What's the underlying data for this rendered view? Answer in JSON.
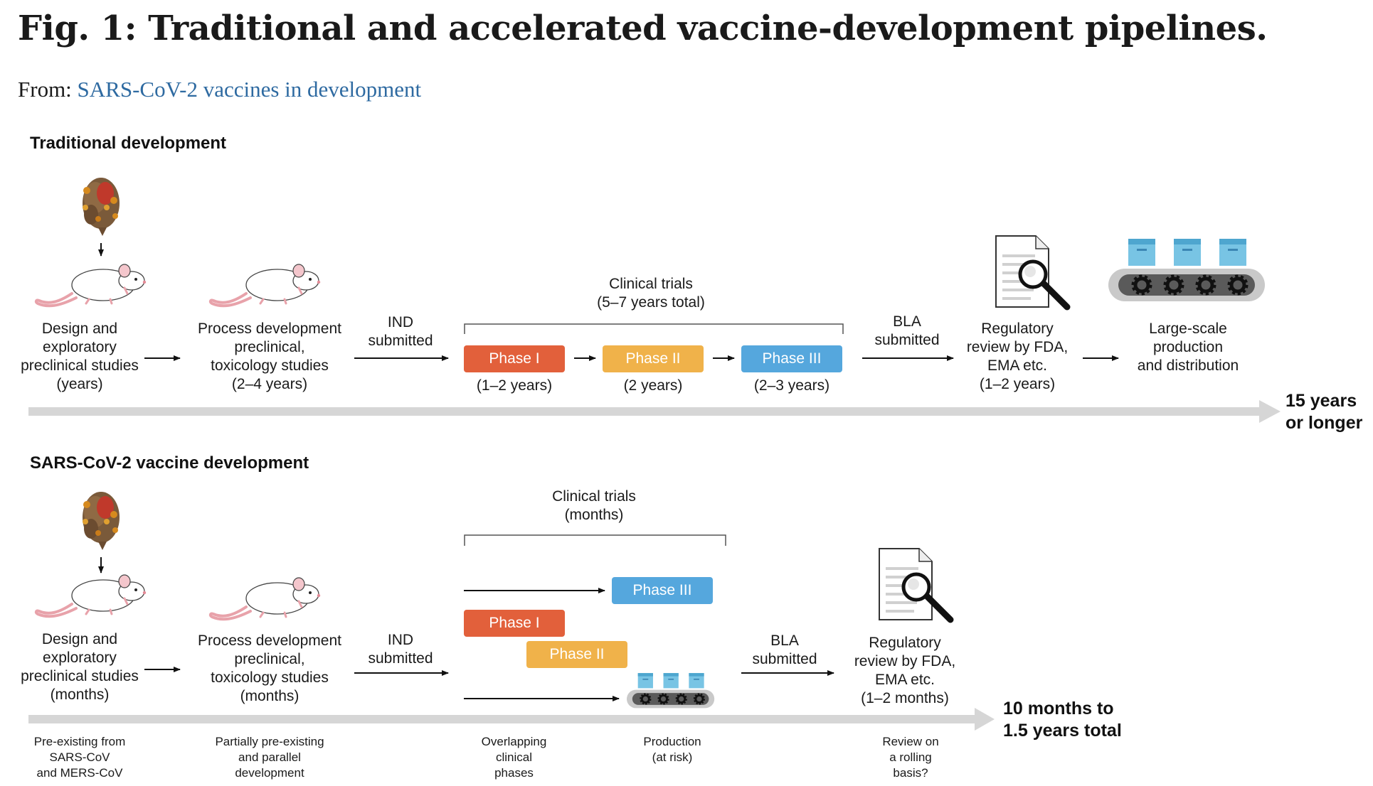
{
  "figure": {
    "title": "Fig. 1: Traditional and accelerated vaccine-development pipelines.",
    "from_prefix": "From:",
    "from_link": "SARS-CoV-2 vaccines in development"
  },
  "colors": {
    "phase1": "#e2603b",
    "phase2": "#f0b24a",
    "phase3": "#55a7dd",
    "timeline": "#d6d6d6",
    "link": "#2e6aa1"
  },
  "icons": [
    "spike-protein-icon",
    "mouse-icon",
    "document-magnifier-icon",
    "conveyor-belt-icon"
  ],
  "traditional": {
    "heading": "Traditional development",
    "design": "Design and\nexploratory\npreclinical studies\n(years)",
    "process": "Process development\npreclinical,\ntoxicology studies\n(2–4 years)",
    "ind": "IND\nsubmitted",
    "clinical": "Clinical trials\n(5–7 years total)",
    "phase1": "Phase I",
    "phase1_dur": "(1–2 years)",
    "phase2": "Phase II",
    "phase2_dur": "(2 years)",
    "phase3": "Phase III",
    "phase3_dur": "(2–3 years)",
    "bla": "BLA\nsubmitted",
    "review": "Regulatory\nreview by FDA,\nEMA etc.\n(1–2 years)",
    "production": "Large-scale\nproduction\nand distribution",
    "total": "15 years\nor longer"
  },
  "sars": {
    "heading": "SARS-CoV-2 vaccine development",
    "design": "Design and\nexploratory\npreclinical studies\n(months)",
    "process": "Process development\npreclinical,\ntoxicology studies\n(months)",
    "ind": "IND\nsubmitted",
    "clinical": "Clinical trials\n(months)",
    "phase1": "Phase I",
    "phase2": "Phase II",
    "phase3": "Phase III",
    "bla": "BLA\nsubmitted",
    "review": "Regulatory\nreview by FDA,\nEMA etc.\n(1–2 months)",
    "total": "10 months to\n1.5 years total",
    "notes": {
      "design": "Pre-existing from\nSARS-CoV\nand MERS-CoV",
      "process": "Partially pre-existing\nand parallel\ndevelopment",
      "clinical": "Overlapping\nclinical\nphases",
      "production": "Production\n(at risk)",
      "review": "Review on\na rolling\nbasis?"
    }
  }
}
